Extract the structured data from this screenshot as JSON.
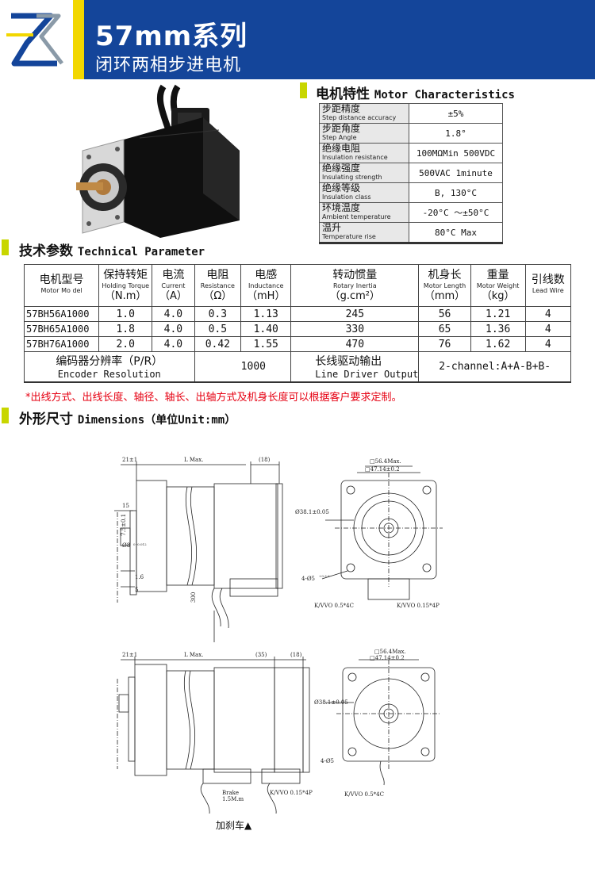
{
  "header": {
    "logo": "ZK",
    "title": "57mm系列",
    "subtitle": "闭环两相步进电机"
  },
  "motor_characteristics": {
    "title_zh": "电机特性",
    "title_en": "Motor Characteristics",
    "rows": [
      {
        "zh": "步距精度",
        "en": "Step distance accuracy",
        "value": "±5%"
      },
      {
        "zh": "步距角度",
        "en": "Step Angle",
        "value": "1.8°"
      },
      {
        "zh": "绝缘电阻",
        "en": "Insulation resistance",
        "value": "100MΩMin 500VDC"
      },
      {
        "zh": "绝缘强度",
        "en": "Insulating strength",
        "value": "500VAC 1minute"
      },
      {
        "zh": "绝缘等级",
        "en": "Insulation class",
        "value": "B, 130°C"
      },
      {
        "zh": "环境温度",
        "en": "Ambient temperature",
        "value": "-20°C ～±50°C"
      },
      {
        "zh": "温升",
        "en": "Temperature rise",
        "value": "80°C Max"
      }
    ]
  },
  "technical_parameter": {
    "title_zh": "技术参数",
    "title_en": "Technical Parameter",
    "headers": [
      {
        "zh": "电机型号",
        "en": "Motor Mo del",
        "unit": ""
      },
      {
        "zh": "保持转矩",
        "en": "Holding Torque",
        "unit": "（N.m）"
      },
      {
        "zh": "电流",
        "en": "Current",
        "unit": "（A）"
      },
      {
        "zh": "电阻",
        "en": "Resistance",
        "unit": "（Ω）"
      },
      {
        "zh": "电感",
        "en": "Inductance",
        "unit": "（mH）"
      },
      {
        "zh": "转动惯量",
        "en": "Rotary Inertia",
        "unit": "（g.cm²）"
      },
      {
        "zh": "机身长",
        "en": "Motor Length",
        "unit": "（mm）"
      },
      {
        "zh": "重量",
        "en": "Motor Weight",
        "unit": "（kg）"
      },
      {
        "zh": "引线数",
        "en": "Lead Wire",
        "unit": ""
      }
    ],
    "rows": [
      [
        "57BH56A1000",
        "1.0",
        "4.0",
        "0.3",
        "1.13",
        "245",
        "56",
        "1.21",
        "4"
      ],
      [
        "57BH65A1000",
        "1.8",
        "4.0",
        "0.5",
        "1.40",
        "330",
        "65",
        "1.36",
        "4"
      ],
      [
        "57BH76A1000",
        "2.0",
        "4.0",
        "0.42",
        "1.55",
        "470",
        "76",
        "1.62",
        "4"
      ]
    ],
    "encoder": {
      "label_zh": "编码器分辨率（P/R）",
      "label_en": "Encoder Resolution",
      "value": "1000",
      "driver_zh": "长线驱动输出",
      "driver_en": "Line Driver Output",
      "channel": "2-channel:A+A-B+B-"
    },
    "note": "*出线方式、出线长度、轴径、轴长、出轴方式及机身长度可以根据客户要求定制。"
  },
  "dimensions": {
    "title_zh": "外形尺寸",
    "title_en": "Dimensions（单位Unit:mm）",
    "labels": {
      "shaft_ext": "21±1",
      "length": "L Max.",
      "rear": "(18)",
      "rear_brake": "(35)",
      "flange": "□56.4Max.",
      "hole_pitch": "□47.14±0.2",
      "pilot": "Ø38.1±0.05",
      "holes": "4-Ø5",
      "hole_tol": "+0.3\n0",
      "shaft_dia": "Ø8",
      "shaft_tol": "0\n-0.012",
      "flat_len": "15",
      "flat_h": "7.5±0.1",
      "d16": "1.6",
      "d5": "5",
      "cable_len": "300",
      "cable1": "K/VVO 0.5*4C",
      "cable2": "K/VVO 0.15*4P",
      "brake": "Brake",
      "brake_cable": "1.5M.m"
    },
    "caption": "加刹车▲"
  }
}
